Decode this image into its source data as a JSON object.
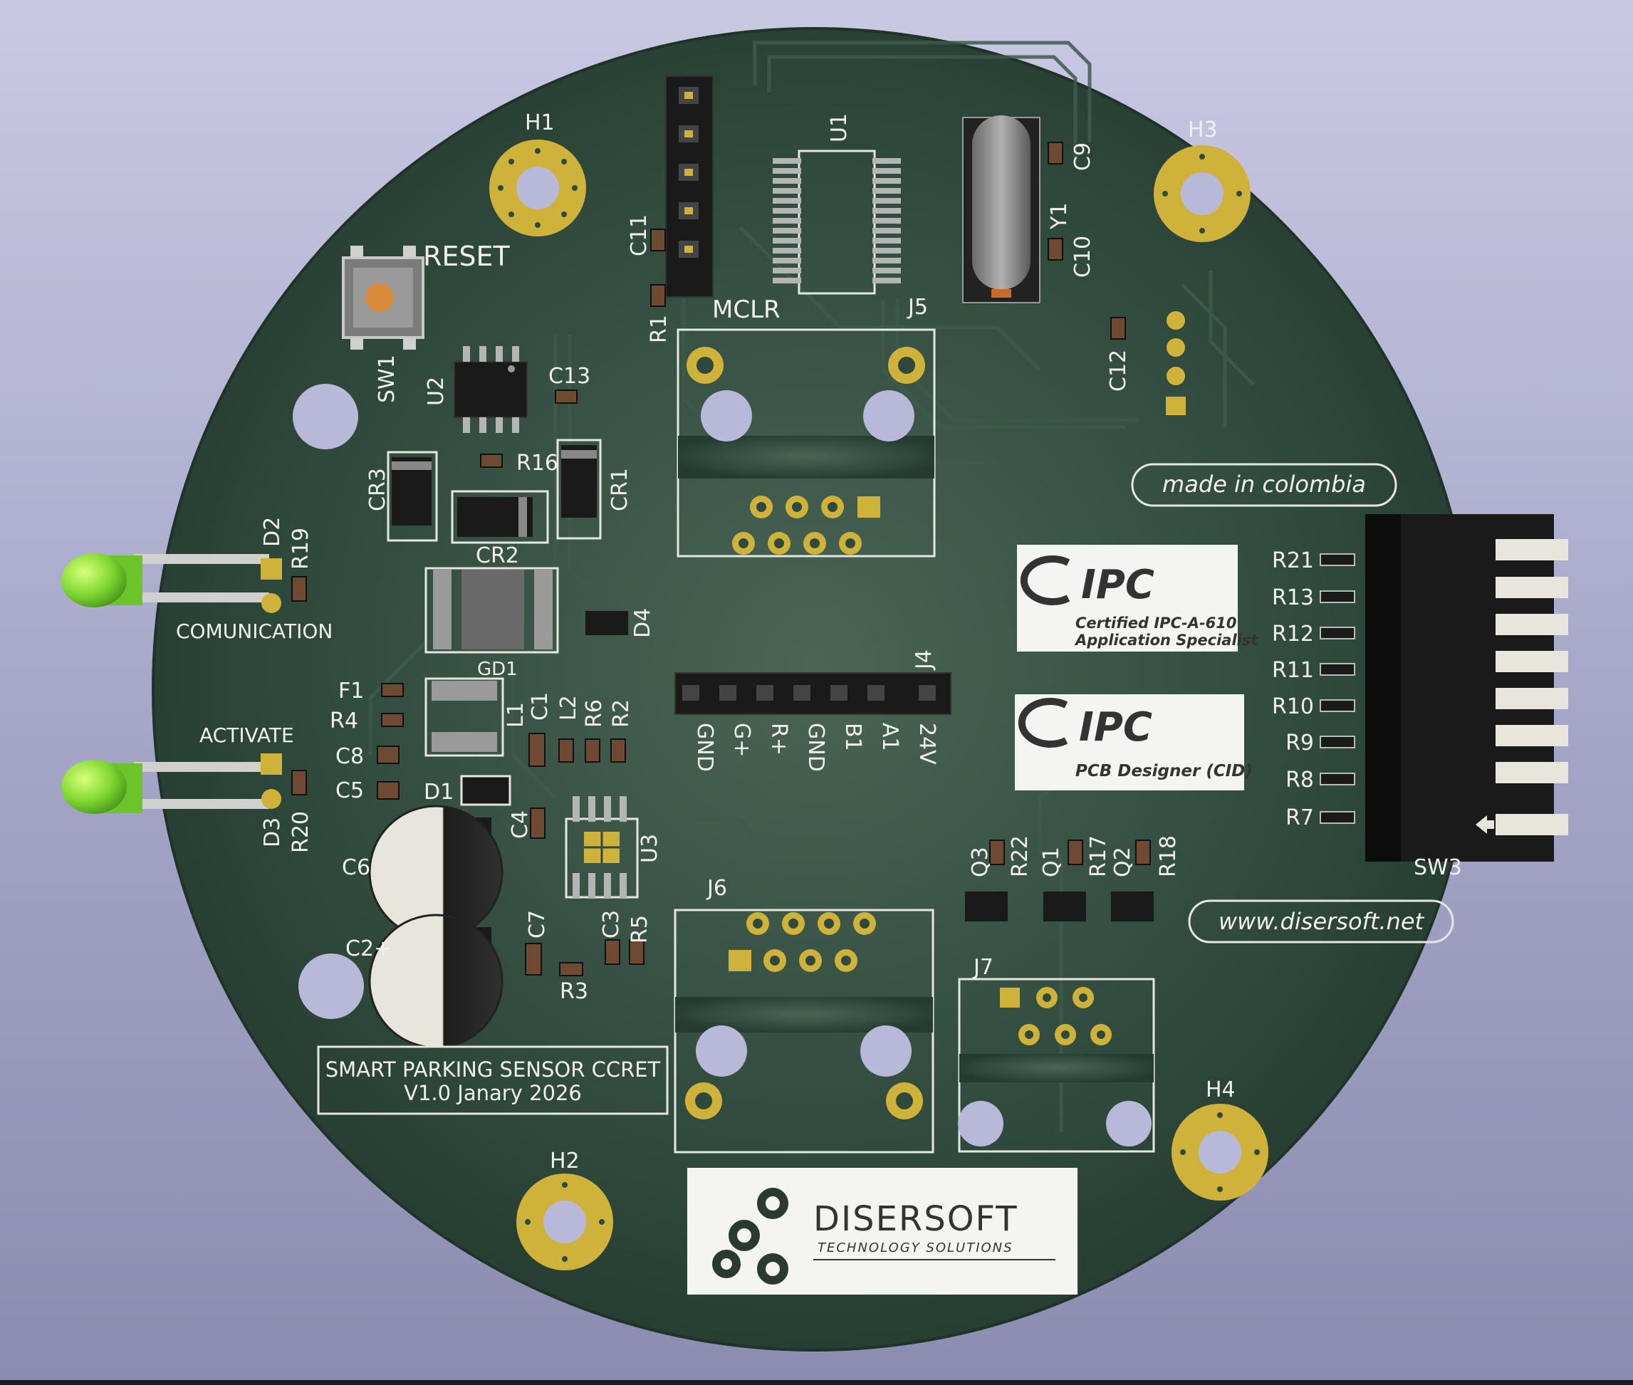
{
  "board": {
    "title_line1": "SMART PARKING SENSOR CCRET",
    "title_line2": "V1.0 Janary 2026",
    "made_in": "made in colombia",
    "website": "www.disersoft.net",
    "colors": {
      "solder_mask": "#2f4a3c",
      "copper": "#cfb23a",
      "silkscreen": "#f0f0ec",
      "background": "#b8b8d8"
    }
  },
  "mounting_holes": [
    "H1",
    "H2",
    "H3",
    "H4"
  ],
  "buttons": {
    "reset_label": "RESET",
    "reset_ref": "SW1"
  },
  "leds": {
    "d2_label": "COMUNICATION",
    "d3_label": "ACTIVATE"
  },
  "header_mclr": {
    "label": "MCLR"
  },
  "j4_pins": [
    "GND",
    "G+",
    "R+",
    "GND",
    "B1",
    "A1",
    "24V"
  ],
  "dip_switch": {
    "ref": "SW3",
    "resistors": [
      "R21",
      "R13",
      "R12",
      "R11",
      "R10",
      "R9",
      "R8",
      "R7"
    ]
  },
  "logos": {
    "ipc1_brand": "IPC",
    "ipc1_line1": "Certified IPC-A-610",
    "ipc1_line2": "Application Specialist",
    "ipc2_brand": "IPC",
    "ipc2_line1": "PCB Designer (CID)",
    "company_name": "DISERSOFT",
    "company_tagline": "TECHNOLOGY SOLUTIONS"
  },
  "refs": {
    "H1": "H1",
    "H2": "H2",
    "H3": "H3",
    "H4": "H4",
    "U1": "U1",
    "U2": "U2",
    "U3": "U3",
    "J4": "J4",
    "J5": "J5",
    "J6": "J6",
    "J7": "J7",
    "C1": "C1",
    "C2": "C2+",
    "C3": "C3",
    "C4": "C4",
    "C5": "C5",
    "C6": "C6",
    "C7": "C7",
    "C8": "C8",
    "C9": "C9",
    "C10": "C10",
    "C11": "C11",
    "C12": "C12",
    "C13": "C13",
    "R1": "R1",
    "R2": "R2",
    "R3": "R3",
    "R4": "R4",
    "R5": "R5",
    "R6": "R6",
    "R16": "R16",
    "R17": "R17",
    "R18": "R18",
    "R19": "R19",
    "R20": "R20",
    "R22": "R22",
    "CR1": "CR1",
    "CR2": "CR2",
    "CR3": "CR3",
    "D1": "D1",
    "D2": "D2",
    "D3": "D3",
    "D4": "D4",
    "F1": "F1",
    "L1": "L1",
    "L2": "L2",
    "GD1": "GD1",
    "Y1": "Y1",
    "Q1": "Q1",
    "Q2": "Q2",
    "Q3": "Q3",
    "SW1": "SW1"
  }
}
